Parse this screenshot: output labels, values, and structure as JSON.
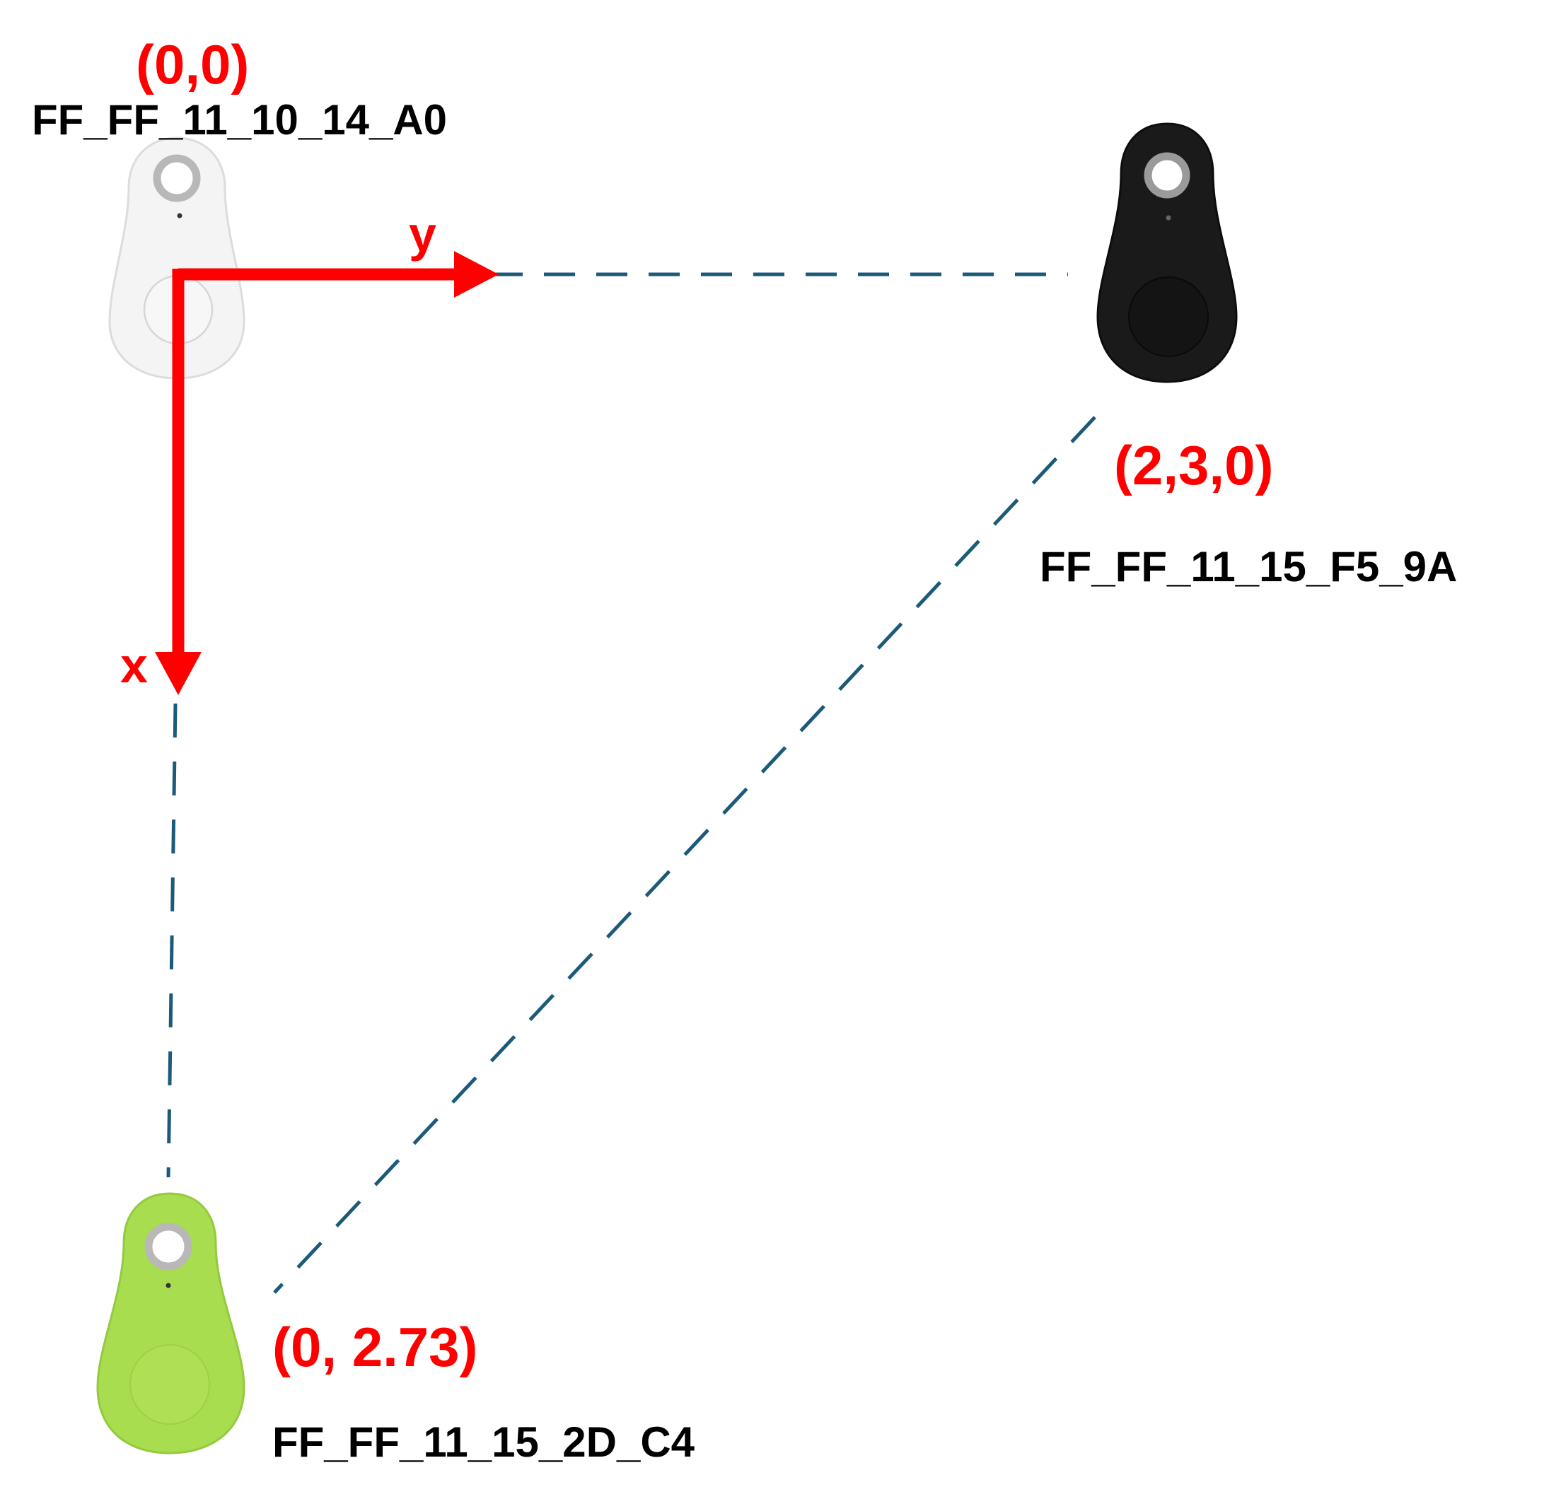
{
  "colors": {
    "coordinate_text": "#ff0000",
    "id_text": "#000000",
    "axis": "#ff0000",
    "link_line": "#1b5a78",
    "beacon_white": "#f4f4f4",
    "beacon_black": "#1a1a1a",
    "beacon_green": "#a8dd4f",
    "beacon_ring": "#b8b8b8"
  },
  "axes": {
    "x_label": "x",
    "y_label": "y"
  },
  "beacons": [
    {
      "id": "FF_FF_11_10_14_A0",
      "coordinate": "(0,0)",
      "color_name": "white"
    },
    {
      "id": "FF_FF_11_15_F5_9A",
      "coordinate": "(2,3,0)",
      "color_name": "black"
    },
    {
      "id": "FF_FF_11_15_2D_C4",
      "coordinate": "(0, 2.73)",
      "color_name": "green"
    }
  ]
}
